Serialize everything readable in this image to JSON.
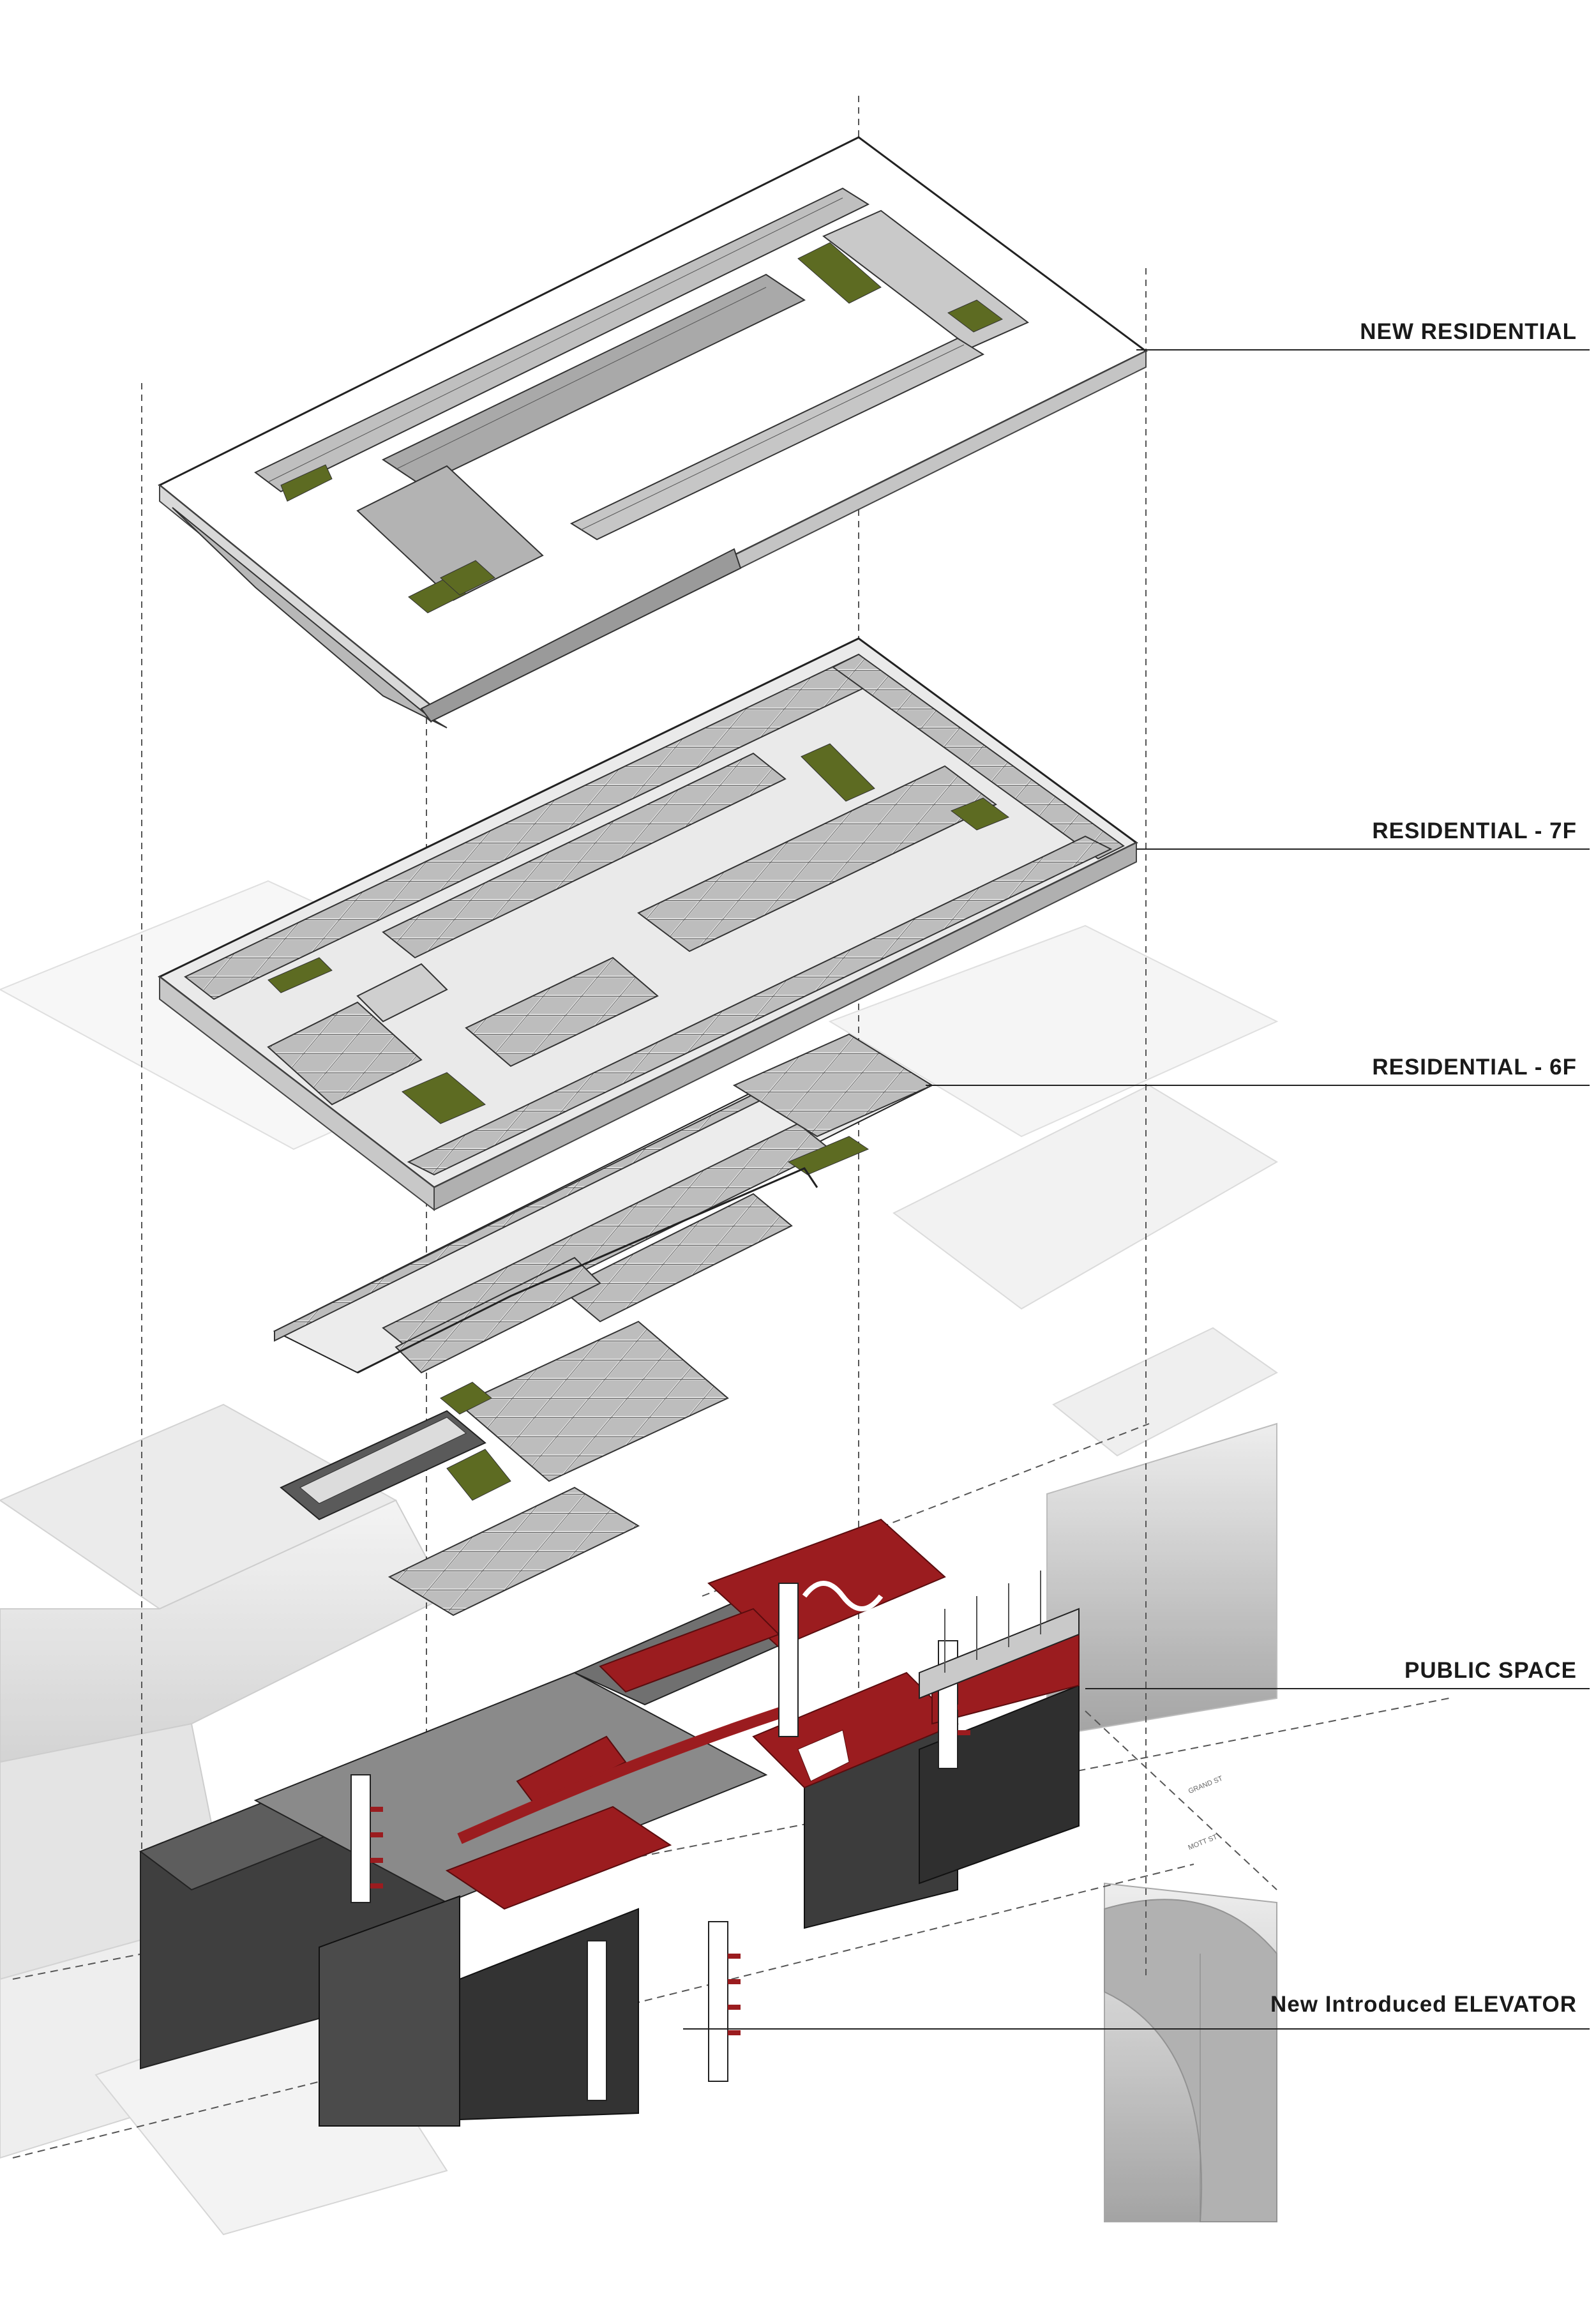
{
  "labels": {
    "new_residential": "NEW RESIDENTIAL",
    "residential_7f": "RESIDENTIAL - 7F",
    "residential_6f": "RESIDENTIAL - 6F",
    "public_space": "PUBLIC SPACE",
    "new_elevator": "New Introduced ELEVATOR"
  },
  "streets": {
    "street_a": "GRAND ST",
    "street_b": "MOTT ST"
  },
  "colors": {
    "accent_red": "#9b1c1f",
    "green_roof": "#5d6b22",
    "building_dark": "#4a4a4a",
    "building_mid": "#8d8d8d",
    "context_light": "#e6e6e6",
    "line": "#333333"
  }
}
